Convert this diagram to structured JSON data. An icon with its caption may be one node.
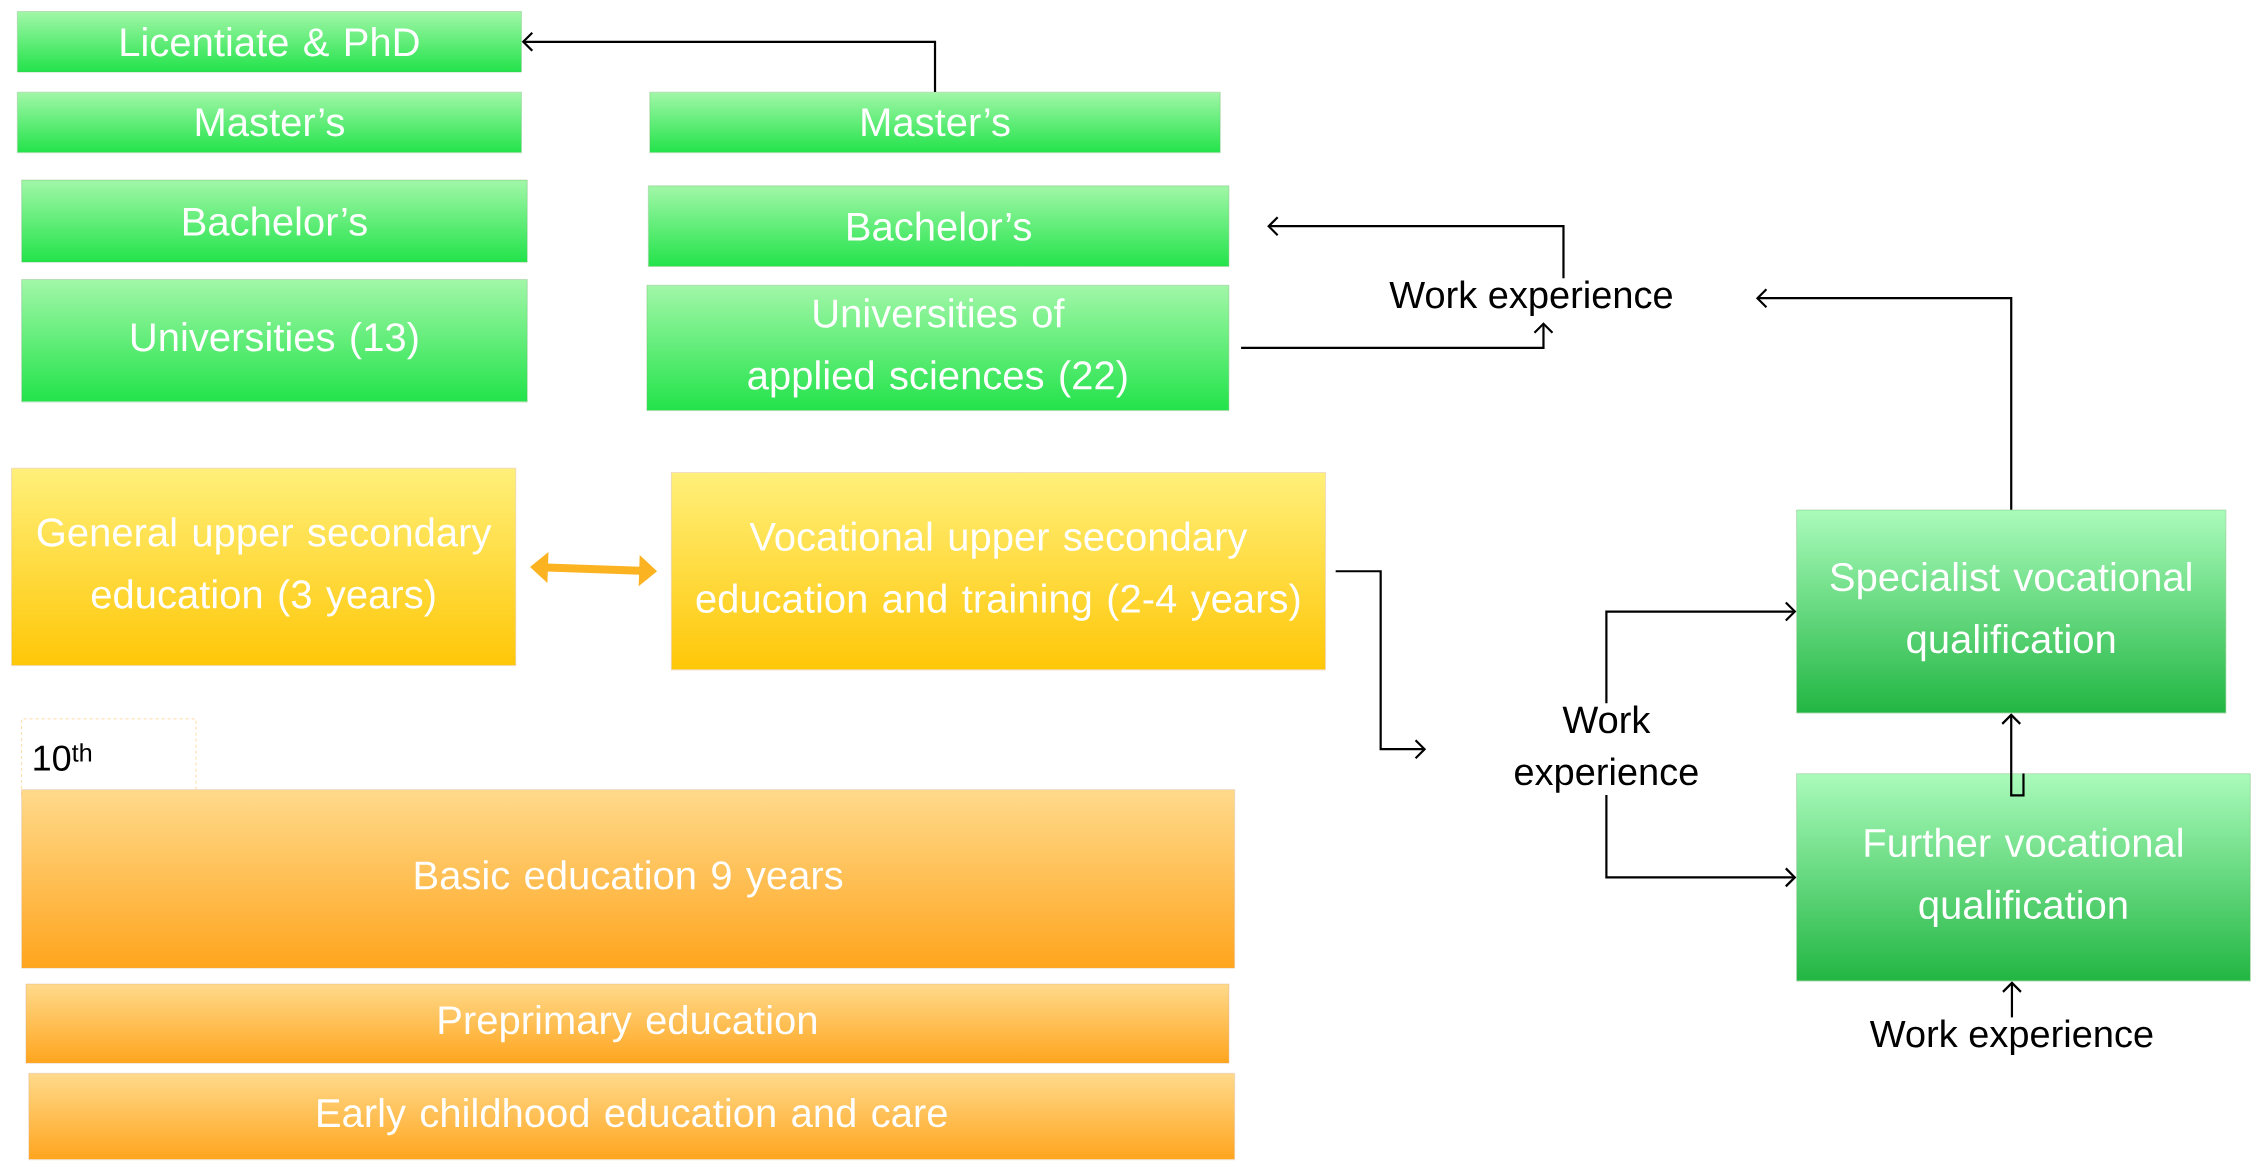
{
  "diagram": {
    "nodes": [
      {
        "text": [
          "Licentiate & PhD"
        ]
      },
      {
        "text": [
          "Master’s"
        ]
      },
      {
        "text": [
          "Bachelor’s"
        ]
      },
      {
        "text": [
          "Universities (13)"
        ]
      },
      {
        "text": [
          "Master’s"
        ]
      },
      {
        "text": [
          "Bachelor’s"
        ]
      },
      {
        "text": [
          "Universities of applied sciences (22)"
        ]
      },
      {
        "text": [
          "Work experience"
        ]
      },
      {
        "text": [
          "General upper secondary education (3 years)"
        ]
      },
      {
        "text": [
          "Vocational upper secondary education and training (2-4 years)"
        ]
      },
      {
        "text": [
          "10$^{th}$"
        ]
      },
      {
        "text": [
          "Basic education 9 years"
        ]
      },
      {
        "text": [
          "Preprimary education"
        ]
      },
      {
        "text": [
          "Early childhood education and care"
        ]
      },
      {
        "text": [
          "Work experience"
        ]
      },
      {
        "text": [
          "Specialist vocational qualification"
        ]
      },
      {
        "text": [
          "Further vocational qualification"
        ]
      },
      {
        "text": [
          "Work experience"
        ]
      }
    ],
    "edges": [
      {
        "from": 4,
        "to": 0,
        "arrow": "to"
      },
      {
        "from": 8,
        "to": 9,
        "arrow": "both",
        "style": "thick",
        "color": "#fbb321"
      },
      {
        "from": 6,
        "to": 7,
        "arrow": "to"
      },
      {
        "from": 7,
        "to": 5,
        "arrow": "to"
      },
      {
        "from": 15,
        "to": 7,
        "arrow": "to"
      },
      {
        "from": 9,
        "to": 14,
        "arrow": "to"
      },
      {
        "from": 14,
        "to": 15,
        "arrow": "to"
      },
      {
        "from": 14,
        "to": 16,
        "arrow": "to"
      },
      {
        "from": 16,
        "to": 15,
        "arrow": "to"
      },
      {
        "from": 17,
        "to": 16,
        "arrow": "to"
      }
    ]
  }
}
